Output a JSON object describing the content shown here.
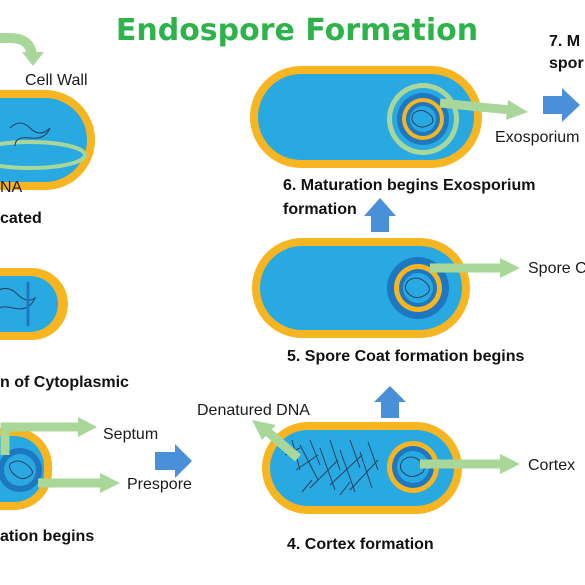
{
  "title": "Endospore Formation",
  "colors": {
    "title": "#2db34a",
    "outer_wall": "#f7b522",
    "cytoplasm": "#29a9e1",
    "cytoplasm_dark": "#1d78c1",
    "arrow_green": "#a9d79a",
    "arrow_blue": "#4a90d9",
    "dna": "#2a3f5f"
  },
  "labels": {
    "cell_wall": "Cell Wall",
    "dna_fragment": "NA",
    "septum": "Septum",
    "prespore": "Prespore",
    "denatured_dna": "Denatured DNA",
    "cortex": "Cortex",
    "spore_coat": "Spore C",
    "exosporium": "Exosporium"
  },
  "captions": {
    "step1_fragment": "cated",
    "step2_fragment": "n of Cytoplasmic",
    "step3_fragment": "ation begins",
    "step4": "4. Cortex formation",
    "step5": "5. Spore Coat formation begins",
    "step6_line1": "6. Maturation begins Exosporium",
    "step6_line2": "formation",
    "step7_line1": "7. M",
    "step7_line2": "spor"
  }
}
